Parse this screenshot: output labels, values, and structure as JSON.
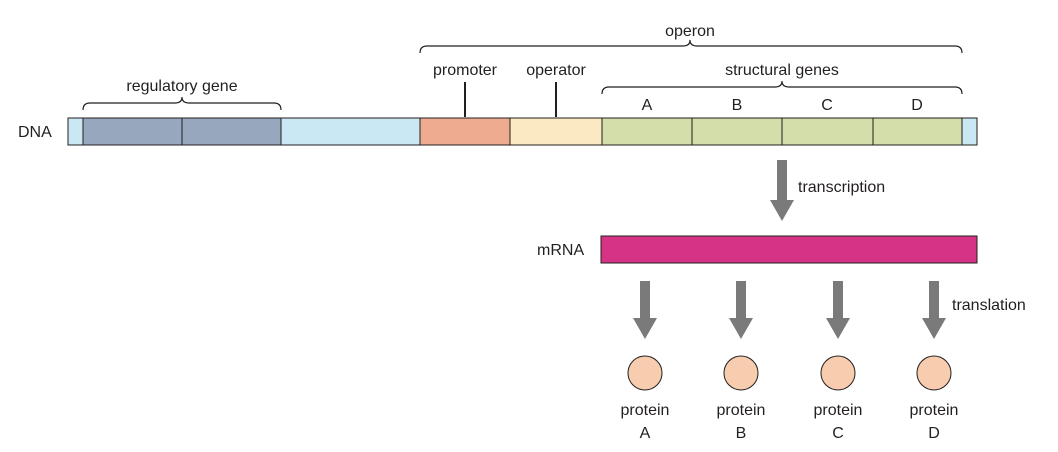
{
  "labels": {
    "operon": "operon",
    "regulatory_gene": "regulatory gene",
    "promoter": "promoter",
    "operator": "operator",
    "structural_genes": "structural genes",
    "dna": "DNA",
    "mrna": "mRNA",
    "transcription": "transcription",
    "translation": "translation"
  },
  "genes": [
    "A",
    "B",
    "C",
    "D"
  ],
  "proteins": [
    {
      "line1": "protein",
      "line2": "A"
    },
    {
      "line1": "protein",
      "line2": "B"
    },
    {
      "line1": "protein",
      "line2": "C"
    },
    {
      "line1": "protein",
      "line2": "D"
    }
  ],
  "colors": {
    "regulatory": "#97a7be",
    "spacer": "#c9e8f3",
    "promoter": "#efab8f",
    "operator": "#fbe9c4",
    "structural": "#d3deaa",
    "mrna": "#d63286",
    "protein": "#f7ccaf",
    "arrow": "#7a7a7a"
  }
}
